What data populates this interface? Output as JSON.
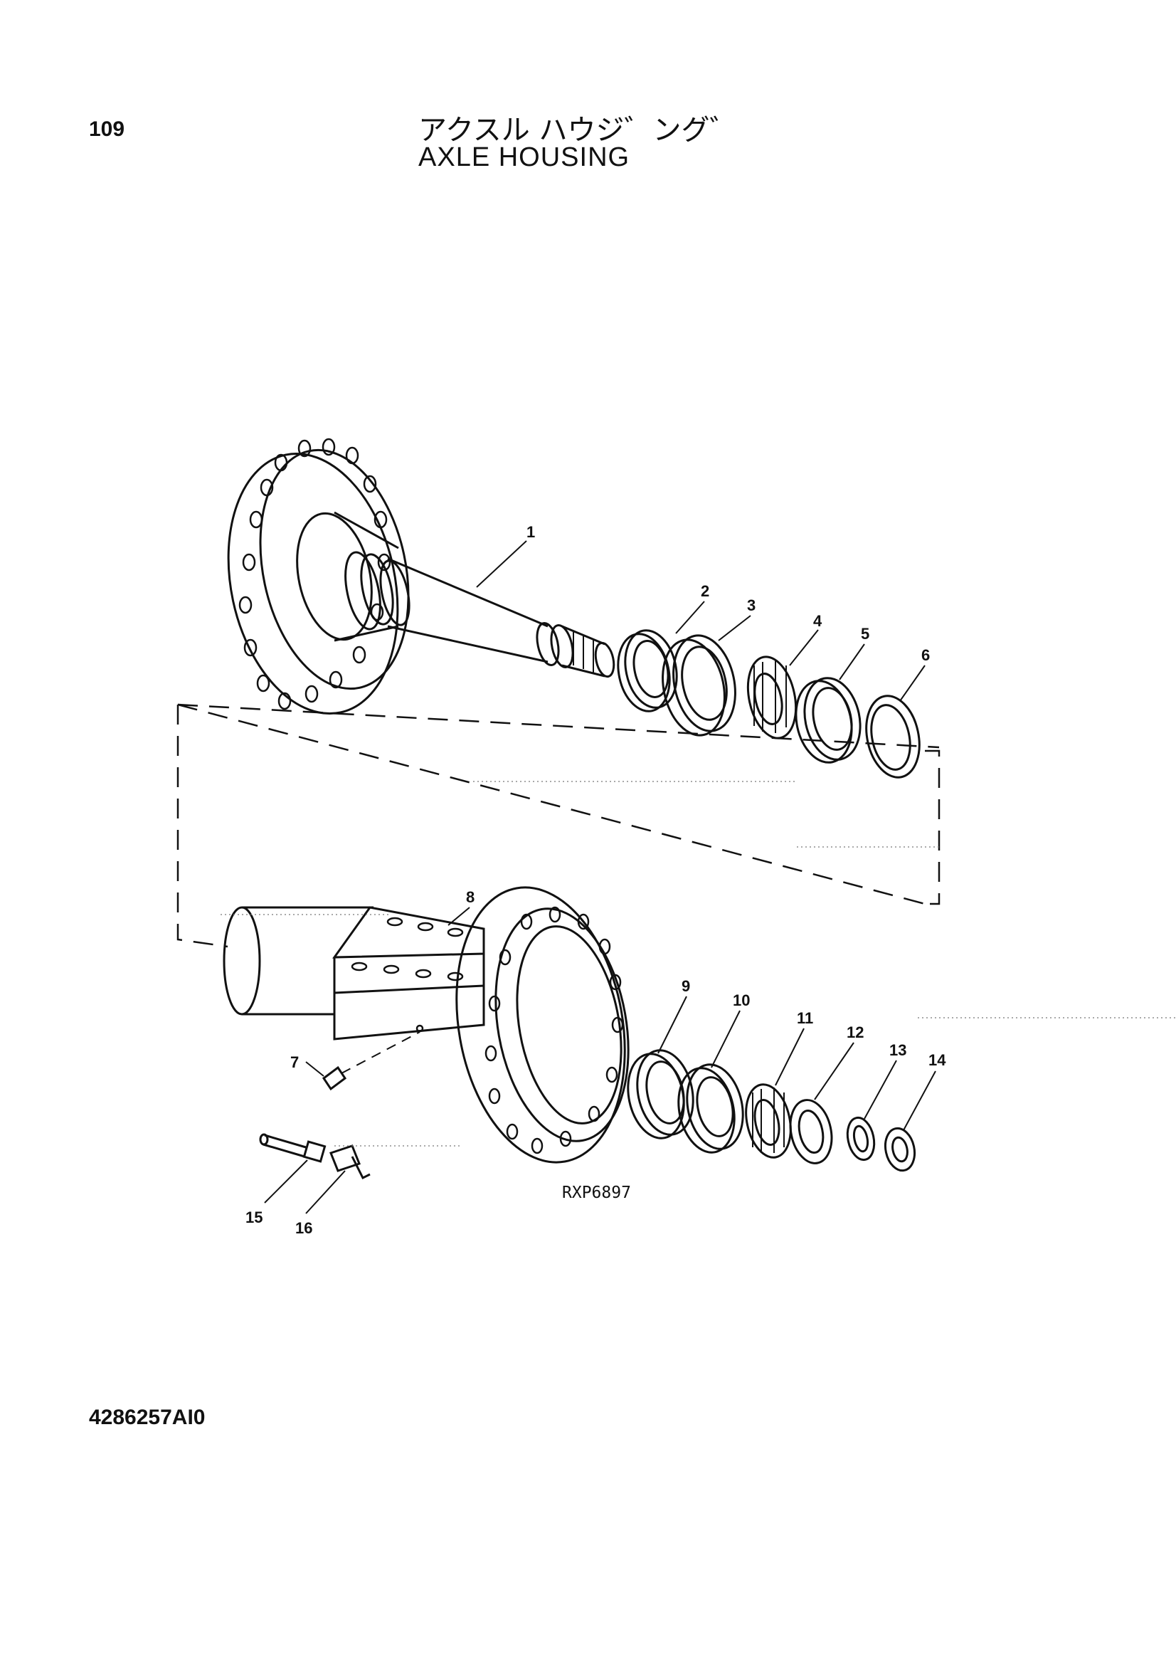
{
  "header": {
    "page_number": "109",
    "title_jp": "アクスル ハウジ゛ング゛",
    "title_en": "AXLE HOUSING"
  },
  "figure": {
    "code": "RXP6897",
    "callouts": [
      {
        "label": "1"
      },
      {
        "label": "2"
      },
      {
        "label": "3"
      },
      {
        "label": "4"
      },
      {
        "label": "5"
      },
      {
        "label": "6"
      },
      {
        "label": "7"
      },
      {
        "label": "8"
      },
      {
        "label": "9"
      },
      {
        "label": "10"
      },
      {
        "label": "11"
      },
      {
        "label": "12"
      },
      {
        "label": "13"
      },
      {
        "label": "14"
      },
      {
        "label": "15"
      },
      {
        "label": "16"
      }
    ]
  },
  "footer": {
    "doc_code": "4286257AI0"
  }
}
